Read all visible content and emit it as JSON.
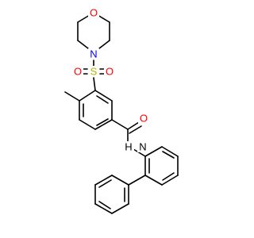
{
  "colors": {
    "background": "#ffffff",
    "bond": "#000000",
    "oxygen": "#ff0000",
    "nitrogen": "#0000ff",
    "sulfur": "#b3b300",
    "hydrogen_on_nitrogen": "#000000"
  },
  "atoms": [
    {
      "id": "O_ring",
      "element": "O",
      "label": "O",
      "color_key": "oxygen"
    },
    {
      "id": "N_morph",
      "element": "N",
      "label": "N",
      "color_key": "nitrogen"
    },
    {
      "id": "S",
      "element": "S",
      "label": "S",
      "color_key": "sulfur"
    },
    {
      "id": "O_s1",
      "element": "O",
      "label": "O",
      "color_key": "oxygen"
    },
    {
      "id": "O_s2",
      "element": "O",
      "label": "O",
      "color_key": "oxygen"
    },
    {
      "id": "O_amide",
      "element": "O",
      "label": "O",
      "color_key": "oxygen"
    },
    {
      "id": "N_amide",
      "element": "N",
      "label": "N",
      "color_key": "hydrogen_on_nitrogen"
    },
    {
      "id": "H_amide",
      "element": "H",
      "label": "H",
      "color_key": "hydrogen_on_nitrogen"
    }
  ]
}
